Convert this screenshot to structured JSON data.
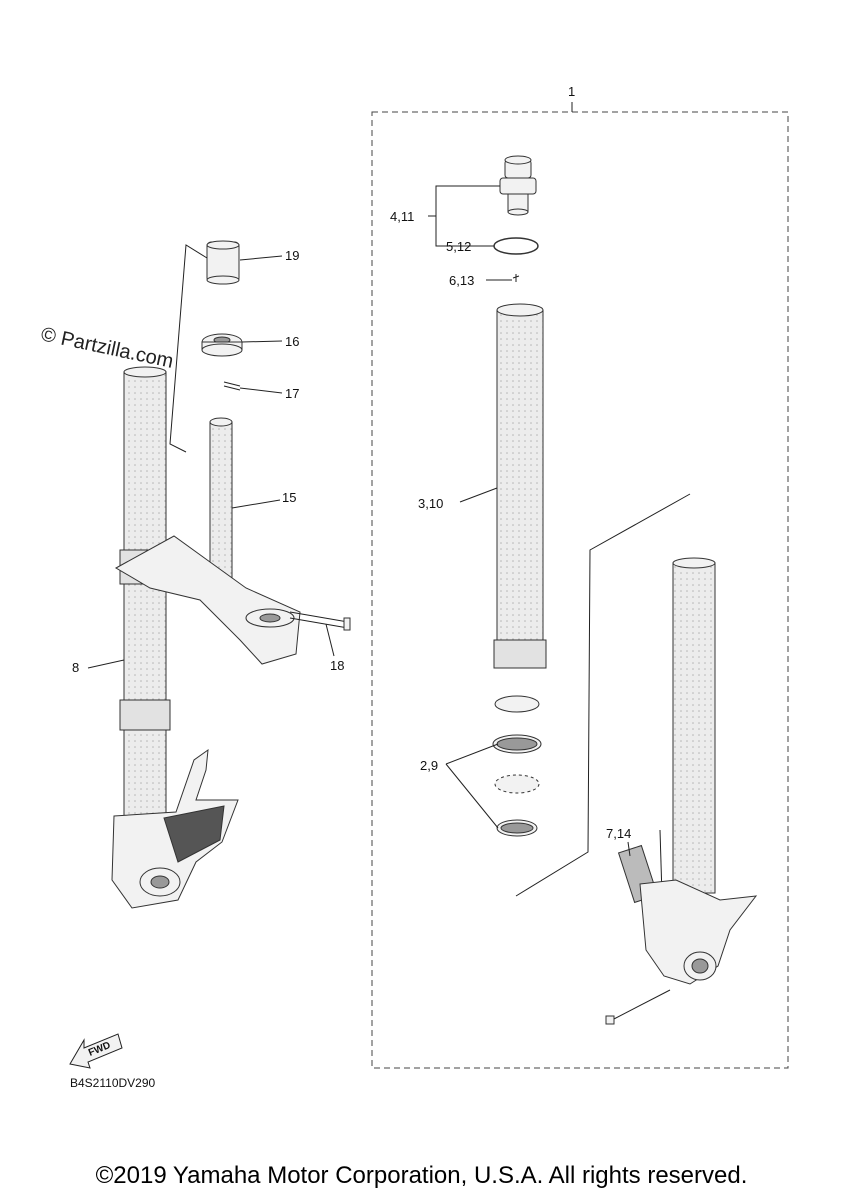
{
  "watermark": "© Partzilla.com",
  "diagram_code": "B4S2110DV290",
  "fwd_label": "FWD",
  "copyright": "©2019 Yamaha Motor Corporation, U.S.A. All rights reserved.",
  "labels": {
    "l1": "1",
    "l2_9": "2,9",
    "l3_10": "3,10",
    "l4_11": "4,11",
    "l5_12": "5,12",
    "l6_13": "6,13",
    "l7_14": "7,14",
    "l8": "8",
    "l15": "15",
    "l16": "16",
    "l17": "17",
    "l18": "18",
    "l19": "19"
  }
}
